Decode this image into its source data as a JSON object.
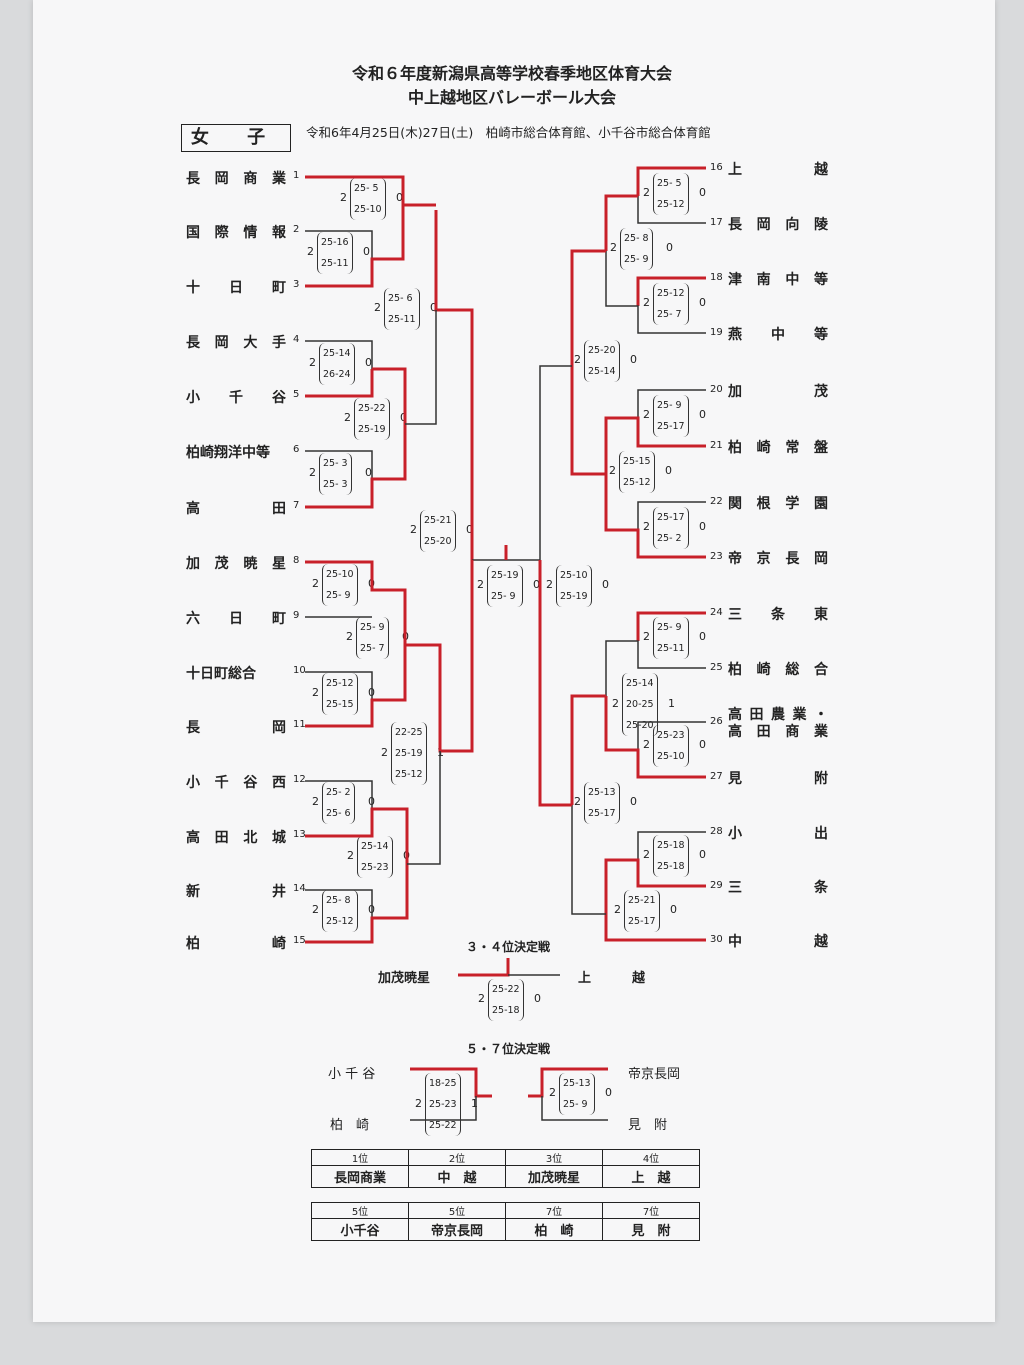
{
  "title_line1": "令和６年度新潟県高等学校春季地区体育大会",
  "title_line2": "中上越地区バレーボール大会",
  "section": "女 子",
  "date_venue": "令和6年4月25日(木)27日(土)　柏崎市総合体育館、小千谷市総合体育館",
  "left_teams": [
    {
      "seed": "1",
      "name": "長岡商業"
    },
    {
      "seed": "2",
      "name": "国際情報"
    },
    {
      "seed": "3",
      "name": "十日町"
    },
    {
      "seed": "4",
      "name": "長岡大手"
    },
    {
      "seed": "5",
      "name": "小千谷"
    },
    {
      "seed": "6",
      "name": "柏崎翔洋中等"
    },
    {
      "seed": "7",
      "name": "高田"
    },
    {
      "seed": "8",
      "name": "加茂暁星"
    },
    {
      "seed": "9",
      "name": "六日町"
    },
    {
      "seed": "10",
      "name": "十日町総合"
    },
    {
      "seed": "11",
      "name": "長岡"
    },
    {
      "seed": "12",
      "name": "小千谷西"
    },
    {
      "seed": "13",
      "name": "高田北城"
    },
    {
      "seed": "14",
      "name": "新井"
    },
    {
      "seed": "15",
      "name": "柏崎"
    }
  ],
  "right_teams": [
    {
      "seed": "16",
      "name": "上越"
    },
    {
      "seed": "17",
      "name": "長岡向陵"
    },
    {
      "seed": "18",
      "name": "津南中等"
    },
    {
      "seed": "19",
      "name": "燕中等"
    },
    {
      "seed": "20",
      "name": "加茂"
    },
    {
      "seed": "21",
      "name": "柏崎常盤"
    },
    {
      "seed": "22",
      "name": "関根学園"
    },
    {
      "seed": "23",
      "name": "帝京長岡"
    },
    {
      "seed": "24",
      "name": "三条東"
    },
    {
      "seed": "25",
      "name": "柏崎総合"
    },
    {
      "seed": "26",
      "name": "高田農業・高田商業"
    },
    {
      "seed": "27",
      "name": "見附"
    },
    {
      "seed": "28",
      "name": "小出"
    },
    {
      "seed": "29",
      "name": "三条"
    },
    {
      "seed": "30",
      "name": "中越"
    }
  ],
  "scores": [
    {
      "w": "2",
      "l": "0",
      "sets": [
        "25- 5",
        "25-10"
      ]
    },
    {
      "w": "2",
      "l": "0",
      "sets": [
        "25-16",
        "25-11"
      ]
    },
    {
      "w": "2",
      "l": "0",
      "sets": [
        "25- 6",
        "25-11"
      ]
    },
    {
      "w": "2",
      "l": "0",
      "sets": [
        "25-14",
        "26-24"
      ]
    },
    {
      "w": "2",
      "l": "0",
      "sets": [
        "25-22",
        "25-19"
      ]
    },
    {
      "w": "2",
      "l": "0",
      "sets": [
        "25- 3",
        "25- 3"
      ]
    },
    {
      "w": "2",
      "l": "0",
      "sets": [
        "25-21",
        "25-20"
      ]
    },
    {
      "w": "2",
      "l": "0",
      "sets": [
        "25-10",
        "25- 9"
      ]
    },
    {
      "w": "2",
      "l": "0",
      "sets": [
        "25- 9",
        "25- 7"
      ]
    },
    {
      "w": "2",
      "l": "0",
      "sets": [
        "25-12",
        "25-15"
      ]
    },
    {
      "w": "2",
      "l": "1",
      "sets": [
        "22-25",
        "25-19",
        "25-12"
      ]
    },
    {
      "w": "2",
      "l": "0",
      "sets": [
        "25- 2",
        "25- 6"
      ]
    },
    {
      "w": "2",
      "l": "0",
      "sets": [
        "25-14",
        "25-23"
      ]
    },
    {
      "w": "2",
      "l": "0",
      "sets": [
        "25- 8",
        "25-12"
      ]
    },
    {
      "w": "2",
      "l": "0",
      "sets": [
        "25-19",
        "25- 9"
      ]
    },
    {
      "w": "2",
      "l": "0",
      "sets": [
        "25-10",
        "25-19"
      ]
    },
    {
      "w": "2",
      "l": "0",
      "sets": [
        "25- 5",
        "25-12"
      ]
    },
    {
      "w": "2",
      "l": "0",
      "sets": [
        "25- 8",
        "25- 9"
      ]
    },
    {
      "w": "2",
      "l": "0",
      "sets": [
        "25-12",
        "25- 7"
      ]
    },
    {
      "w": "2",
      "l": "0",
      "sets": [
        "25-20",
        "25-14"
      ]
    },
    {
      "w": "2",
      "l": "0",
      "sets": [
        "25- 9",
        "25-17"
      ]
    },
    {
      "w": "2",
      "l": "0",
      "sets": [
        "25-15",
        "25-12"
      ]
    },
    {
      "w": "2",
      "l": "0",
      "sets": [
        "25-17",
        "25- 2"
      ]
    },
    {
      "w": "2",
      "l": "0",
      "sets": [
        "25- 9",
        "25-11"
      ]
    },
    {
      "w": "2",
      "l": "1",
      "sets": [
        "25-14",
        "20-25",
        "25-20"
      ]
    },
    {
      "w": "2",
      "l": "0",
      "sets": [
        "25-23",
        "25-10"
      ]
    },
    {
      "w": "2",
      "l": "0",
      "sets": [
        "25-13",
        "25-17"
      ]
    },
    {
      "w": "2",
      "l": "0",
      "sets": [
        "25-18",
        "25-18"
      ]
    },
    {
      "w": "2",
      "l": "0",
      "sets": [
        "25-21",
        "25-17"
      ]
    },
    {
      "w": "2",
      "l": "0",
      "sets": [
        "25-22",
        "25-18"
      ]
    },
    {
      "w": "2",
      "l": "1",
      "sets": [
        "18-25",
        "25-23",
        "25-22"
      ]
    },
    {
      "w": "2",
      "l": "0",
      "sets": [
        "25-13",
        "25- 9"
      ]
    }
  ],
  "third_place": {
    "title": "３・４位決定戦",
    "left": "加茂暁星",
    "right": "上　越"
  },
  "fifth_place": {
    "title": "５・７位決定戦",
    "a_top": "小 千 谷",
    "a_bottom": "柏　崎",
    "b_top": "帝京長岡",
    "b_bottom": "見　附"
  },
  "ranking_1": {
    "headers": [
      "1位",
      "2位",
      "3位",
      "4位"
    ],
    "values": [
      "長岡商業",
      "中　越",
      "加茂暁星",
      "上　越"
    ]
  },
  "ranking_2": {
    "headers": [
      "5位",
      "5位",
      "7位",
      "7位"
    ],
    "values": [
      "小千谷",
      "帝京長岡",
      "柏　崎",
      "見　附"
    ]
  },
  "colors": {
    "winner_line": "#c8202a",
    "loser_line": "#333333",
    "paper": "#f7f7f8",
    "background": "#d9dadc"
  }
}
